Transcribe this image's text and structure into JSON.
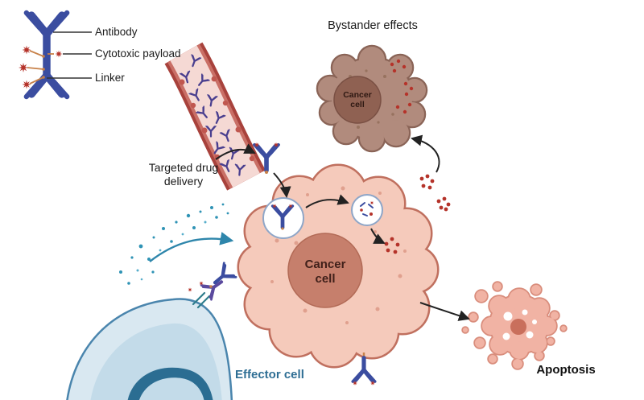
{
  "legend": {
    "antibody": "Antibody",
    "cytotoxic_payload": "Cytotoxic payload",
    "linker": "Linker"
  },
  "labels": {
    "targeted_delivery_line1": "Targeted drug",
    "targeted_delivery_line2": "delivery",
    "bystander": "Bystander effects",
    "cancer_line1": "Cancer",
    "cancer_line2": "cell",
    "bystander_cancer_line1": "Cancer",
    "bystander_cancer_line2": "cell",
    "effector": "Effector cell",
    "apoptosis": "Apoptosis"
  },
  "colors": {
    "antibody_blue": "#3b4da0",
    "circulating_antibody_purple": "#4a3f8f",
    "payload_red": "#b5332a",
    "linker_orange": "#c8824a",
    "vessel_wall": "#a8423c",
    "vessel_lumen": "#f5d9d4",
    "cancer_cell_fill": "#f5cabb",
    "cancer_cell_outline": "#c0705f",
    "cancer_nucleus": "#c67f6c",
    "bystander_fill": "#b18b7d",
    "bystander_nucleus": "#8f6152",
    "effector_fill": "#d9e8f1",
    "effector_outline": "#4a85ad",
    "apoptosis_fill": "#f1b3a4",
    "arrow_black": "#222222",
    "arrow_blue": "#2e86ab"
  }
}
